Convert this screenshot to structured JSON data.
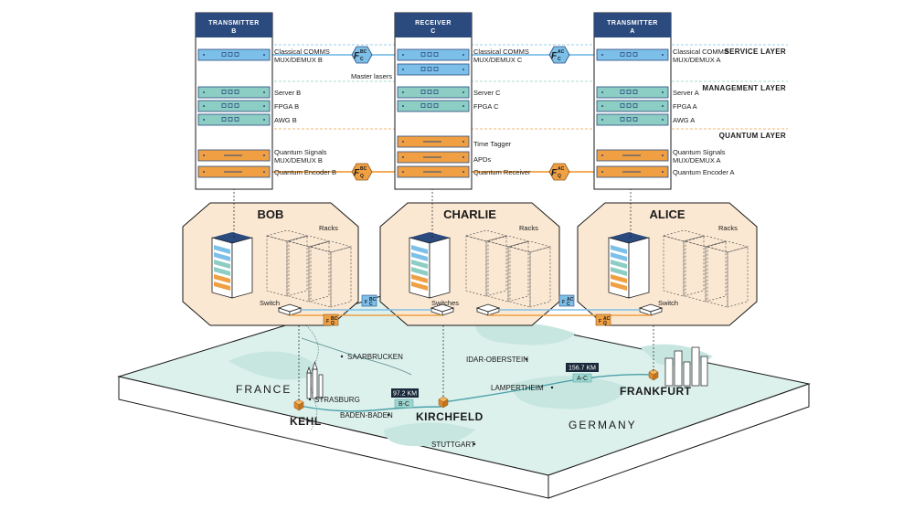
{
  "racks_top": [
    {
      "title": "TRANSMITTER",
      "sub": "B"
    },
    {
      "title": "RECEIVER",
      "sub": "C"
    },
    {
      "title": "TRANSMITTER",
      "sub": "A"
    }
  ],
  "layers": [
    "SERVICE LAYER",
    "MANAGEMENT LAYER",
    "QUANTUM LAYER"
  ],
  "labels_b": [
    "Classical COMMS",
    "MUX/DEMUX B",
    "Server B",
    "FPGA B",
    "AWG B",
    "Quantum Signals",
    "MUX/DEMUX B",
    "Quantum Encoder B"
  ],
  "labels_c": [
    "Classical COMMS",
    "MUX/DEMUX C",
    "Master lasers",
    "Server C",
    "FPGA C",
    "Time Tagger",
    "APDs",
    "Quantum Receiver"
  ],
  "labels_a": [
    "Classical COMMS",
    "MUX/DEMUX A",
    "Server A",
    "FPGA A",
    "AWG A",
    "Quantum Signals",
    "MUX/DEMUX A",
    "Quantum Encoder A"
  ],
  "fibers": {
    "c_bc": "BC",
    "c_ac": "AC",
    "q_bc": "BC",
    "q_ac": "AC",
    "sym": "F",
    "c": "C",
    "q": "Q"
  },
  "sites": [
    "BOB",
    "CHARLIE",
    "ALICE"
  ],
  "racks_label": "Racks",
  "switch_labels": [
    "Switch",
    "Switches",
    "Switch"
  ],
  "map": {
    "country_fr": "FRANCE",
    "country_de": "GERMANY",
    "kehl": "KEHL",
    "kirchfeld": "KIRCHFELD",
    "frankfurt": "FRANKFURT",
    "strasburg": "STRASBURG",
    "saarbrucken": "SAARBRUCKEN",
    "baden": "BADEN-BADEN",
    "stuttgart": "STUTTGART",
    "idar": "IDAR-OBERSTEIN",
    "lampertheim": "LAMPERTHEIM",
    "km_bc": "97.2 KM",
    "link_bc": "B-C",
    "km_ac": "156.7 KM",
    "link_ac": "A-C"
  },
  "colors": {
    "navy": "#2b4a7e",
    "blue": "#7cc0ea",
    "teal": "#8ccdc4",
    "orange": "#f0a043",
    "peach": "#fbe8d2",
    "mapsea": "#dcf0ec"
  }
}
